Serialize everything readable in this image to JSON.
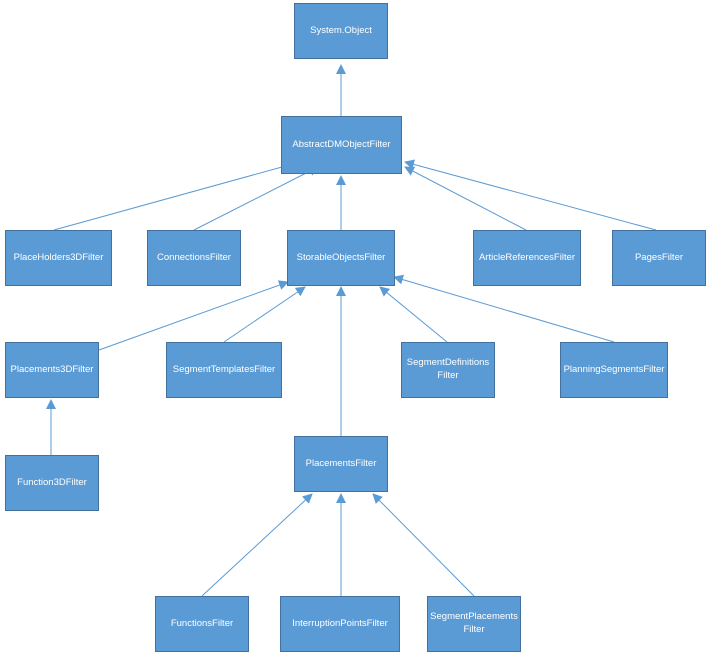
{
  "colors": {
    "node_fill": "#5b9bd5",
    "node_border": "#41719c",
    "edge": "#5b9bd5",
    "text": "#ffffff"
  },
  "nodes": {
    "system_object": "System.Object",
    "abstract_dm_object_filter": "AbstractDMObjectFilter",
    "placeholders_3d_filter": "PlaceHolders3DFilter",
    "connections_filter": "ConnectionsFilter",
    "storable_objects_filter": "StorableObjectsFilter",
    "article_references_filter": "ArticleReferencesFilter",
    "pages_filter": "PagesFilter",
    "placements_3d_filter": "Placements3DFilter",
    "segment_templates_filter": "SegmentTemplatesFilter",
    "segment_definitions_filter": "SegmentDefinitions\nFilter",
    "planning_segments_filter": "PlanningSegmentsFilter",
    "function_3d_filter": "Function3DFilter",
    "placements_filter": "PlacementsFilter",
    "functions_filter": "FunctionsFilter",
    "interruption_points_filter": "InterruptionPointsFilter",
    "segment_placements_filter": "SegmentPlacements\nFilter"
  }
}
